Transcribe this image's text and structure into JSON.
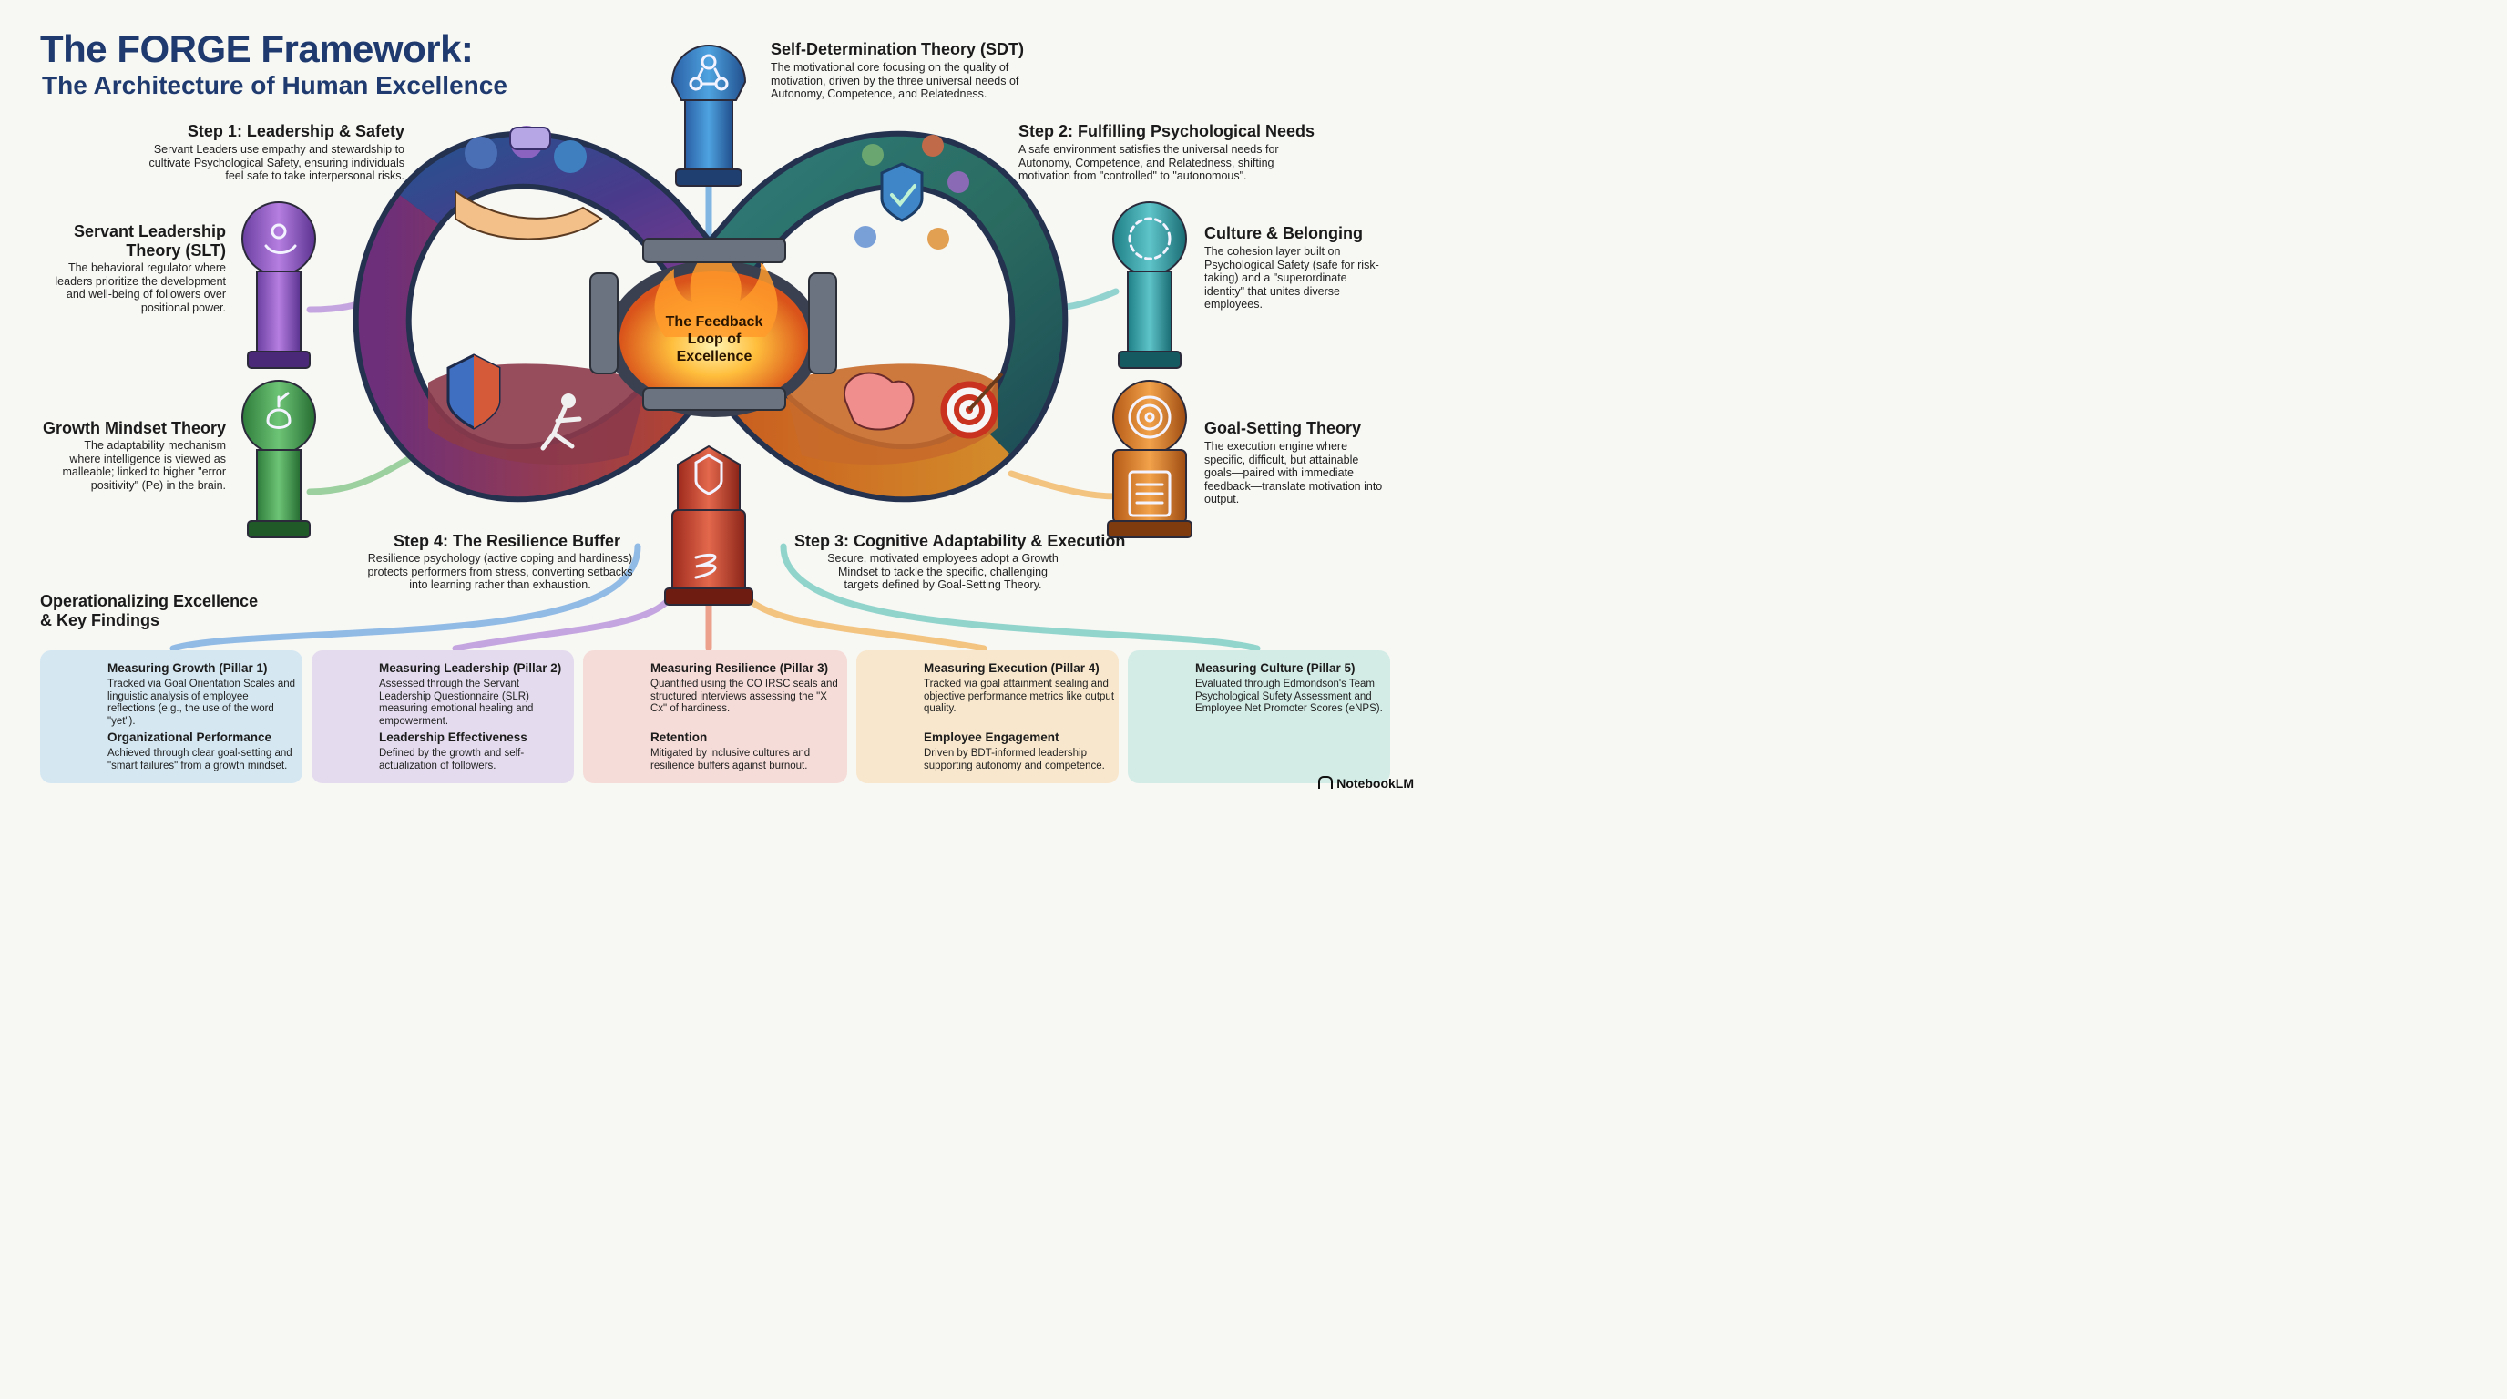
{
  "title": {
    "line1": "The FORGE Framework:",
    "line2": "The Architecture of Human Excellence"
  },
  "center": {
    "label": "The Feedback Loop of Excellence"
  },
  "sdt": {
    "heading": "Self-Determination Theory (SDT)",
    "text": "The motivational core focusing on the quality of motivation, driven by the three universal needs of Autonomy, Competence, and Relatedness."
  },
  "step1": {
    "heading": "Step 1: Leadership & Safety",
    "text": "Servant Leaders use empathy and stewardship to cultivate Psychological Safety, ensuring individuals feel safe to take interpersonal risks."
  },
  "step2": {
    "heading": "Step 2: Fulfilling Psychological Needs",
    "text": "A safe environment satisfies the universal needs for Autonomy, Competence, and Relatedness, shifting motivation from \"controlled\" to \"autonomous\"."
  },
  "step3": {
    "heading": "Step 3: Cognitive Adaptability & Execution",
    "text": "Secure, motivated employees adopt a Growth Mindset to tackle the specific, challenging targets defined by Goal-Setting Theory."
  },
  "step4": {
    "heading": "Step 4: The Resilience Buffer",
    "text": "Resilience psychology (active coping and hardiness) protects performers from stress, converting setbacks into learning rather than exhaustion."
  },
  "slt": {
    "heading": "Servant Leadership Theory (SLT)",
    "text": "The behavioral regulator where leaders prioritize the development and well-being of followers over positional power."
  },
  "growth": {
    "heading": "Growth Mindset Theory",
    "text": "The adaptability mechanism where intelligence is viewed as malleable; linked to higher \"error positivity\" (Pe) in the brain."
  },
  "culture": {
    "heading": "Culture & Belonging",
    "text": "The cohesion layer built on Psychological Safety (safe for risk-taking) and a \"superordinate identity\" that unites diverse employees."
  },
  "goal": {
    "heading": "Goal-Setting Theory",
    "text": "The execution engine where specific, difficult, but attainable goals—paired with immediate feedback—translate motivation into output."
  },
  "operational": {
    "heading": "Operationalizing Excellence & Key Findings"
  },
  "cards": [
    {
      "title": "Measuring Growth (Pillar 1)",
      "text": "Tracked via Goal Orientation Scales and linguistic analysis of employee reflections (e.g., the use of the word \"yet\").",
      "title2": "Organizational Performance",
      "text2": "Achieved through clear goal-setting and \"smart failures\" from a growth mindset.",
      "color": "#d5e8f2"
    },
    {
      "title": "Measuring Leadership (Pillar 2)",
      "text": "Assessed through the Servant Leadership Questionnaire (SLR) measuring emotional healing and empowerment.",
      "title2": "Leadership Effectiveness",
      "text2": "Defined by the growth and self-actualization of followers.",
      "color": "#e4dcee"
    },
    {
      "title": "Measuring Resilience (Pillar 3)",
      "text": "Quantified using the CO IRSC seals and structured interviews assessing the \"X Cx\" of hardiness.",
      "title2": "Retention",
      "text2": "Mitigated by inclusive cultures and resilience buffers against burnout.",
      "color": "#f6dcd8"
    },
    {
      "title": "Measuring Execution (Pillar 4)",
      "text": "Tracked via goal attainment sealing and objective performance metrics like output quality.",
      "title2": "Employee Engagement",
      "text2": "Driven by BDT-informed leadership supporting autonomy and competence.",
      "color": "#f8e7cc"
    },
    {
      "title": "Measuring Culture (Pillar 5)",
      "text": "Evaluated through Edmondson's Team Psychological Sufety Assessment and Employee Net Promoter Scores (eNPS).",
      "title2": "",
      "text2": "",
      "color": "#d4ece6"
    }
  ],
  "brand": "NotebookLM",
  "colors": {
    "navy": "#1e3a6e",
    "purple": "#7b4fb0",
    "green": "#3f9a48",
    "blue": "#3a7fc8",
    "teal": "#2f9d94",
    "orange": "#e0862a",
    "red": "#c2432d"
  }
}
